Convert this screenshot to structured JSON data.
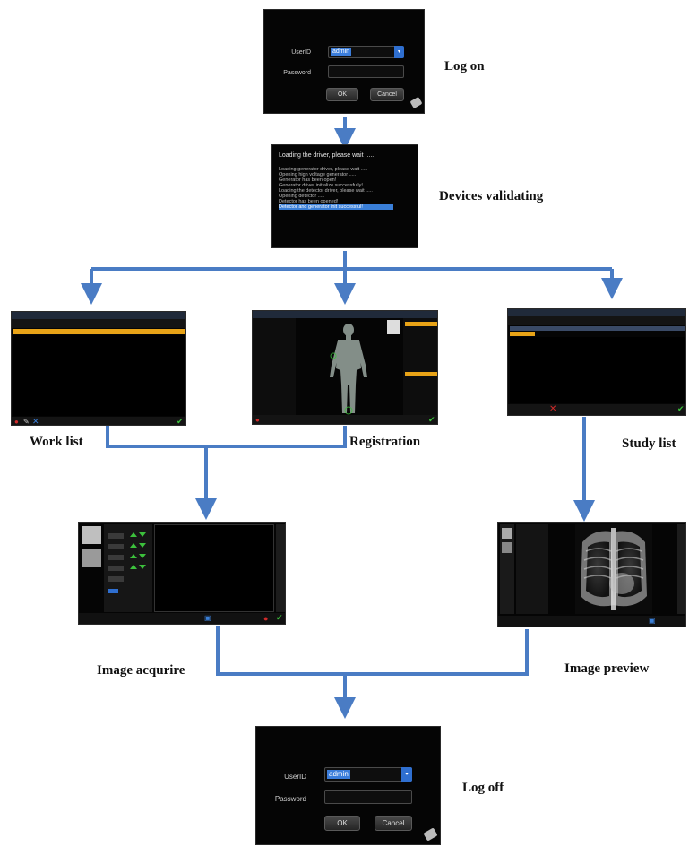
{
  "steps": {
    "logon": {
      "label": "Log on"
    },
    "devices": {
      "label": "Devices validating"
    },
    "worklist": {
      "label": "Work list"
    },
    "registration": {
      "label": "Registration"
    },
    "studylist": {
      "label": "Study list"
    },
    "acquire": {
      "label": "Image acqurire"
    },
    "preview": {
      "label": "Image preview"
    },
    "logoff": {
      "label": "Log off"
    }
  },
  "login_dialog": {
    "userid_label": "UserID",
    "userid_value": "admin",
    "password_label": "Password",
    "ok_label": "OK",
    "cancel_label": "Cancel"
  },
  "devices_screen": {
    "title": "Loading the driver, please wait .....",
    "lines": [
      "Loading generator driver, please wait .....",
      "Opening high voltage generator .....",
      "Generator has been open!",
      "Generator driver initialize successfully!",
      "Loading the detector driver, please wait .....",
      "Opening detector .....",
      "Detector has been opened!",
      "Detector and generator init successful!"
    ]
  },
  "colors": {
    "arrow": "#4a7cc4",
    "screen_bg": "#050505",
    "highlight": "#3a7fd8",
    "toolbar_yellow": "#e8a317",
    "ok_green": "#3cc13c",
    "cancel_red": "#d02a2a"
  }
}
